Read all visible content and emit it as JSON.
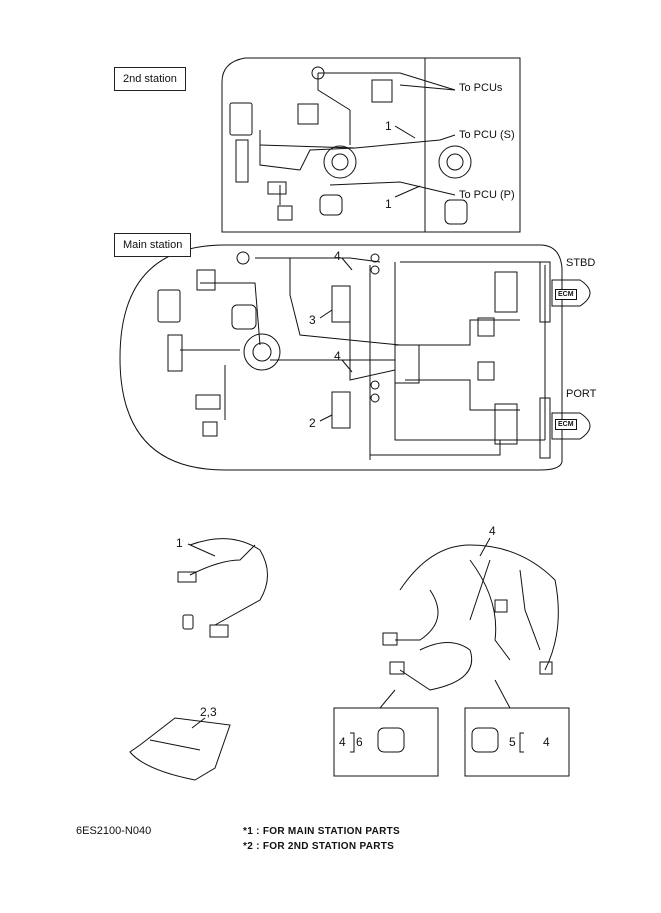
{
  "stations": {
    "second": "2nd station",
    "main": "Main station"
  },
  "callouts": {
    "to_pcus": "To PCUs",
    "to_pcu_s": "To PCU (S)",
    "to_pcu_p": "To PCU (P)",
    "stbd": "STBD",
    "port": "PORT",
    "ecm": "ECM"
  },
  "ref_numbers": {
    "n1": "1",
    "n2": "2",
    "n3": "3",
    "n4": "4",
    "n5": "5",
    "n6": "6",
    "n23": "2,3"
  },
  "footer": {
    "code": "6ES2100-N040",
    "note1": "*1 : FOR MAIN STATION PARTS",
    "note2": "*2 : FOR 2ND STATION PARTS"
  }
}
